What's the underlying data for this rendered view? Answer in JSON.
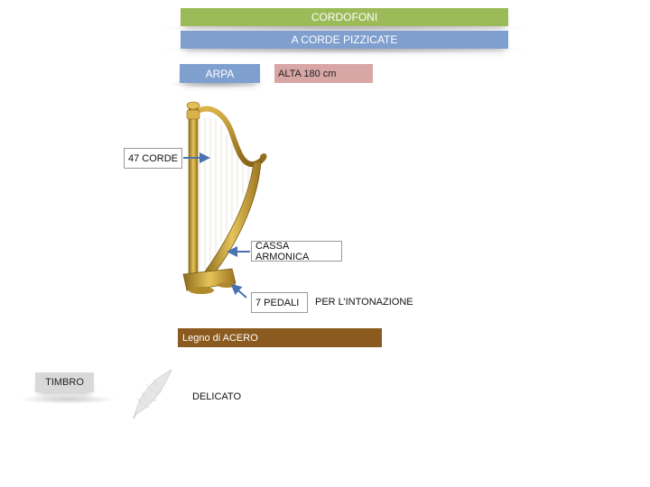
{
  "header": {
    "title": "CORDOFONI",
    "subtitle": "A CORDE PIZZICATE"
  },
  "instrument": {
    "name": "ARPA",
    "height_label": "ALTA 180 cm"
  },
  "annotations": {
    "strings": "47 CORDE",
    "soundbox": "CASSA ARMONICA",
    "pedals": "7 PEDALI",
    "pedals_note": "PER L’INTONAZIONE"
  },
  "material": "Legno di ACERO",
  "timbre": {
    "label": "TIMBRO",
    "value": "DELICATO"
  },
  "colors": {
    "green": "#9bbb59",
    "blue": "#7f9fcf",
    "pink": "#d9a6a6",
    "brown": "#8b5a1e",
    "gray": "#d9d9d9",
    "arrow": "#4a72b0",
    "gold": "#c9a23a"
  },
  "icons": [
    "harp-image",
    "feather-icon"
  ]
}
